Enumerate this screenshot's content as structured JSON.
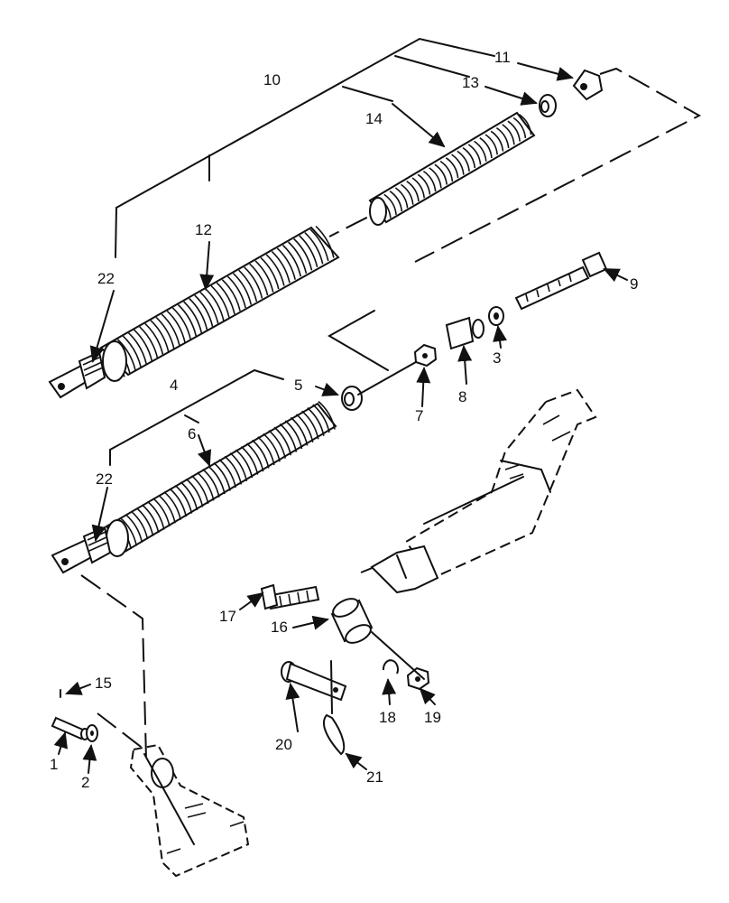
{
  "labels": {
    "p1": "1",
    "p2": "2",
    "p3": "3",
    "p4": "4",
    "p5": "5",
    "p6": "6",
    "p7": "7",
    "p8": "8",
    "p9": "9",
    "p10": "10",
    "p11": "11",
    "p12": "12",
    "p13": "13",
    "p14": "14",
    "p15": "15",
    "p16": "16",
    "p17": "17",
    "p18": "18",
    "p19": "19",
    "p20": "20",
    "p21": "21",
    "p22a": "22",
    "p22b": "22"
  }
}
